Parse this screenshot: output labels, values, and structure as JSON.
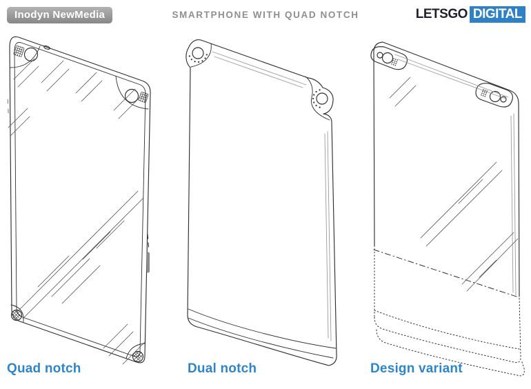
{
  "header": {
    "badge": "Inodyn NewMedia",
    "title": "SMARTPHONE WITH QUAD NOTCH",
    "logo": {
      "part1": "LETSGO",
      "part2": "DIGITAL"
    }
  },
  "figures": [
    {
      "label": "Quad notch"
    },
    {
      "label": "Dual notch"
    },
    {
      "label": "Design variant"
    }
  ],
  "colors": {
    "label_blue": "#2e86c8",
    "logo_box_blue": "#2e81c4",
    "logo_text_dark": "#1f1f2e",
    "badge_gradient_top": "#b2b2b2",
    "badge_gradient_bottom": "#878787",
    "title_gray": "#8f8f8f",
    "drawing_line": "#2e2e2e",
    "background": "#ffffff"
  }
}
